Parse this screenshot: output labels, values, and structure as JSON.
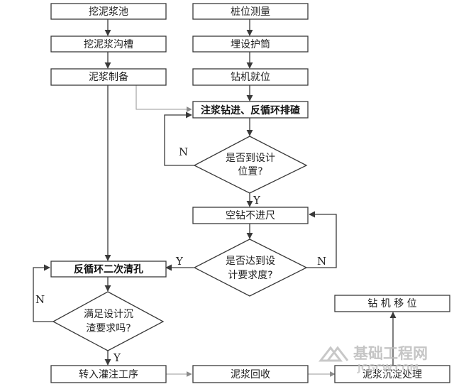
{
  "nodes": {
    "wajiangchi": "挖泥浆池",
    "zhuangwei": "桩位测量",
    "goucao": "挖泥浆沟槽",
    "hutong": "埋设护筒",
    "zhibei": "泥浆制备",
    "jiuwei": "钻机就位",
    "zuanjin": "注浆钻进、反循环排碴",
    "dq1_line1": "是否到设计",
    "dq1_line2": "位置?",
    "kongzuan": "空钻不进尺",
    "dq2_line1": "是否达到设",
    "dq2_line2": "计要求度?",
    "qingkong": "反循环二次清孔",
    "dq3_line1": "满足设计沉",
    "dq3_line2": "渣要求吗?",
    "yiwei": "钻 机 移 位",
    "guanzhu": "转入灌注工序",
    "huishou": "泥浆回收",
    "chendian": "泥浆沉淀处理"
  },
  "labels": {
    "n1": "N",
    "y1": "Y",
    "y2": "Y",
    "n2": "N",
    "n3": "N",
    "y3": "Y"
  },
  "watermark": {
    "main": "基础工程网",
    "sub": "JCGCW.COM"
  },
  "colors": {
    "stroke": "#3a3a3a",
    "gray_connector": "#9a9a9a",
    "watermark": "#bcbcbc"
  }
}
